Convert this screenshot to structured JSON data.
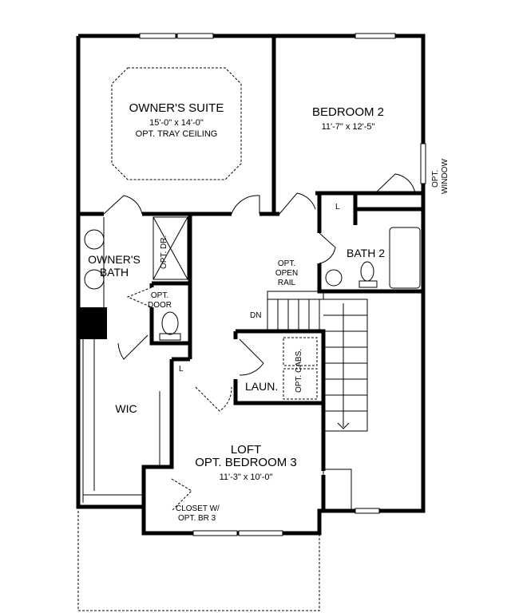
{
  "rooms": {
    "owners_suite": {
      "name": "OWNER'S SUITE",
      "size": "15'-0\" x 14'-0\"",
      "note": "OPT. TRAY CEILING"
    },
    "bedroom2": {
      "name": "BEDROOM 2",
      "size": "11'-7\" x 12'-5\""
    },
    "owners_bath": {
      "line1": "OWNER'S",
      "line2": "BATH"
    },
    "bath2": {
      "name": "BATH 2"
    },
    "wic": {
      "name": "WIC"
    },
    "laundry": {
      "name": "LAUN."
    },
    "loft": {
      "line1": "LOFT",
      "line2": "OPT. BEDROOM 3",
      "size": "11'-3\" x 10'-0\""
    },
    "closet": {
      "line1": "CLOSET W/",
      "line2": "OPT.   BR 3"
    }
  },
  "labels": {
    "opt_window_1": "OPT.",
    "opt_window_2": "WINDOW",
    "linen_1": "L",
    "linen_2": "L",
    "opt_dr": "OPT. DR.",
    "opt_door_1": "OPT.",
    "opt_door_2": "DOOR",
    "open_rail_1": "OPT.",
    "open_rail_2": "OPEN",
    "open_rail_3": "RAIL",
    "dn": "DN",
    "opt_cabs": "OPT. CABS."
  }
}
